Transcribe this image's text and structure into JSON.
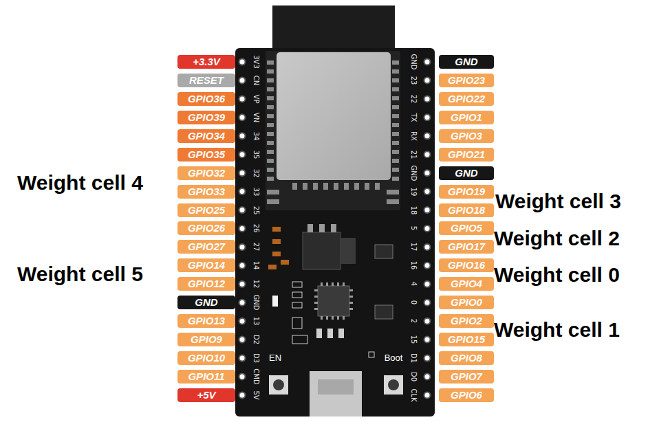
{
  "diagram": {
    "nodes": [
      {
        "text": [
          "+3.3V"
        ]
      },
      {
        "text": [
          "RESET"
        ]
      },
      {
        "text": [
          "GPIO36"
        ]
      },
      {
        "text": [
          "GPIO39"
        ]
      },
      {
        "text": [
          "GPIO34"
        ]
      },
      {
        "text": [
          "GPIO35"
        ]
      },
      {
        "text": [
          "GPIO32"
        ]
      },
      {
        "text": [
          "GPIO33"
        ]
      },
      {
        "text": [
          "GPIO25"
        ]
      },
      {
        "text": [
          "GPIO26"
        ]
      },
      {
        "text": [
          "GPIO27"
        ]
      },
      {
        "text": [
          "GPIO14"
        ]
      },
      {
        "text": [
          "GPIO12"
        ]
      },
      {
        "text": [
          "GND"
        ]
      },
      {
        "text": [
          "GPIO13"
        ]
      },
      {
        "text": [
          "GPIO9"
        ]
      },
      {
        "text": [
          "GPIO10"
        ]
      },
      {
        "text": [
          "GPIO11"
        ]
      },
      {
        "text": [
          "+5V"
        ]
      },
      {
        "text": [
          "GND"
        ]
      },
      {
        "text": [
          "GPIO23"
        ]
      },
      {
        "text": [
          "GPIO22"
        ]
      },
      {
        "text": [
          "GPIO1"
        ]
      },
      {
        "text": [
          "GPIO3"
        ]
      },
      {
        "text": [
          "GPIO21"
        ]
      },
      {
        "text": [
          "GND"
        ]
      },
      {
        "text": [
          "GPIO19"
        ]
      },
      {
        "text": [
          "GPIO18"
        ]
      },
      {
        "text": [
          "GPIO5"
        ]
      },
      {
        "text": [
          "GPIO17"
        ]
      },
      {
        "text": [
          "GPIO16"
        ]
      },
      {
        "text": [
          "GPIO4"
        ]
      },
      {
        "text": [
          "GPIO0"
        ]
      },
      {
        "text": [
          "GPIO2"
        ]
      },
      {
        "text": [
          "GPIO15"
        ]
      },
      {
        "text": [
          "GPIO8"
        ]
      },
      {
        "text": [
          "GPIO7"
        ]
      },
      {
        "text": [
          "GPIO6"
        ]
      }
    ],
    "labels": [
      "Weight cell 4",
      "Weight cell 3",
      "Weight cell 2",
      "Weight cell 5",
      "Weight cell 0",
      "Weight cell 1",
      "3V3",
      "CN",
      "VP",
      "VN",
      "34",
      "35",
      "32",
      "33",
      "25",
      "26",
      "27",
      "14",
      "12",
      "GND",
      "13",
      "D2",
      "D3",
      "CMD",
      "5V",
      "GND",
      "23",
      "22",
      "TX",
      "RX",
      "21",
      "GND",
      "19",
      "18",
      "5",
      "17",
      "16",
      "4",
      "0",
      "2",
      "15",
      "D1",
      "D0",
      "CLK",
      "EN",
      "Boot"
    ]
  }
}
